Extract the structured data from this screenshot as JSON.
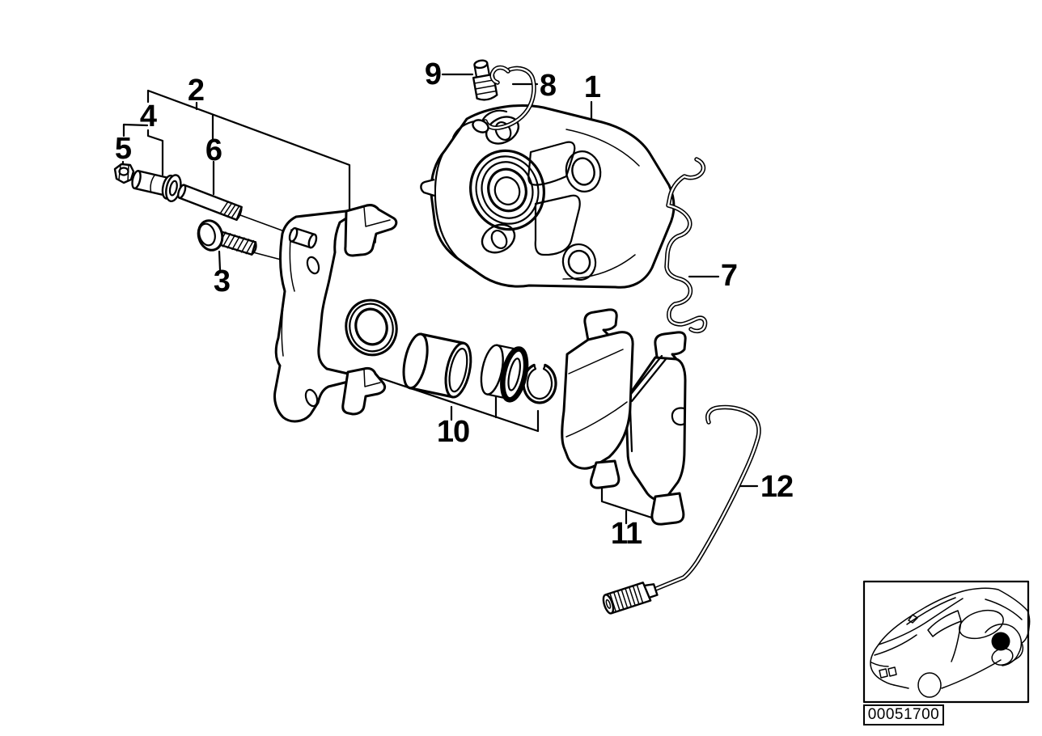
{
  "diagram": {
    "background_color": "#ffffff",
    "line_color": "#000000",
    "callouts": [
      {
        "number": "1"
      },
      {
        "number": "2"
      },
      {
        "number": "3"
      },
      {
        "number": "4"
      },
      {
        "number": "5"
      },
      {
        "number": "6"
      },
      {
        "number": "7"
      },
      {
        "number": "8"
      },
      {
        "number": "9"
      },
      {
        "number": "10"
      },
      {
        "number": "11"
      },
      {
        "number": "12"
      }
    ],
    "inset": {
      "code": "00051700"
    }
  }
}
